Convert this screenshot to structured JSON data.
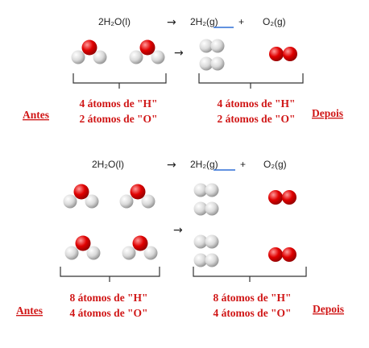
{
  "colors": {
    "hydrogen": "#d9d9d9",
    "oxygen": "#e00000",
    "label_red": "#d01616",
    "text": "#222222",
    "underline_blue": "#2f6fd6"
  },
  "top": {
    "equation": {
      "reactant": "2H₂O(l)",
      "arrow": "→",
      "product1": "2H₂(g)",
      "plus": "+",
      "product2": "O₂(g)"
    },
    "molecule_arrow": "→",
    "left_lines": [
      "4 átomos de \"H\"",
      "2 átomos de \"O\""
    ],
    "right_lines": [
      "4 átomos de \"H\"",
      "2 átomos de \"O\""
    ],
    "left_side": "Antes",
    "right_side": "Depois"
  },
  "bottom": {
    "equation": {
      "reactant": "2H₂O(l)",
      "arrow": "→",
      "product1": "2H₂(g)",
      "plus": "+",
      "product2": "O₂(g)"
    },
    "molecule_arrow": "→",
    "left_lines": [
      "8 átomos de \"H\"",
      "4 átomos de \"O\""
    ],
    "right_lines": [
      "8 átomos de \"H\"",
      "4 átomos de \"O\""
    ],
    "left_side": "Antes",
    "right_side": "Depois"
  }
}
